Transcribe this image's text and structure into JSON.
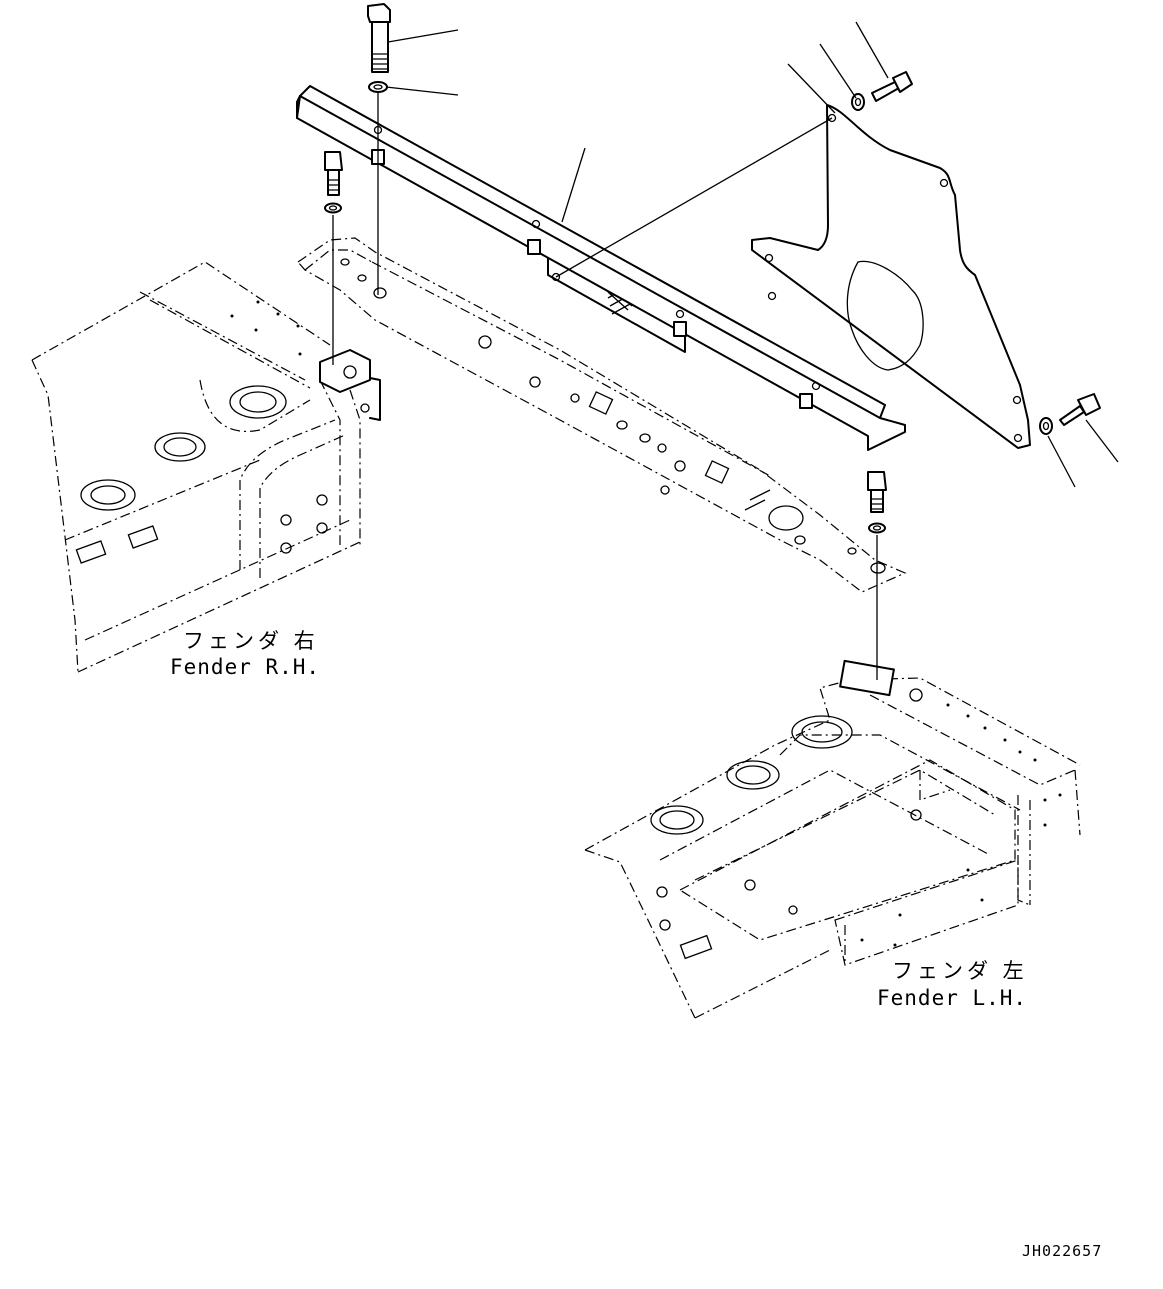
{
  "labels": {
    "fender_rh_jp": "フェンダ 右",
    "fender_rh_en": "Fender R.H.",
    "fender_lh_jp": "フェンダ 左",
    "fender_lh_en": "Fender L.H.",
    "drawing_code": "JH022657"
  }
}
